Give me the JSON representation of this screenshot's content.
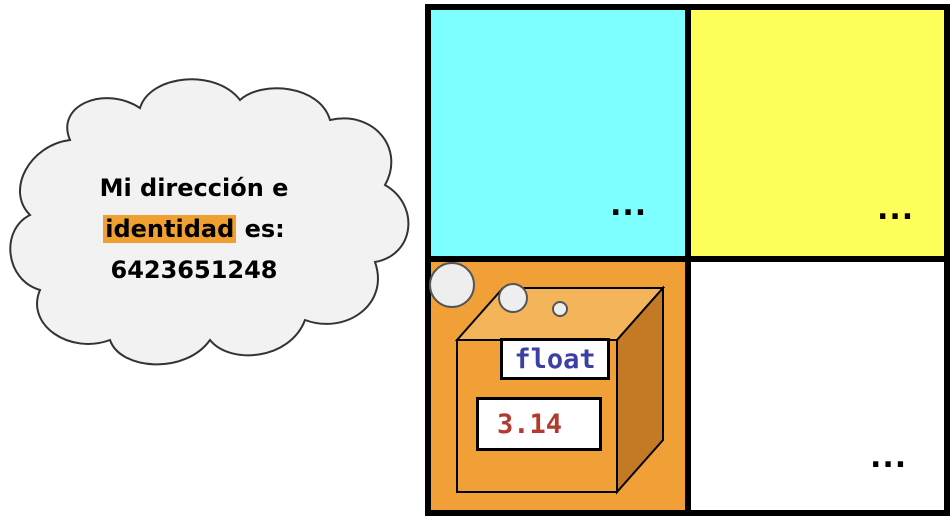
{
  "cloud": {
    "line1": "Mi dirección e",
    "highlight": "identidad",
    "line2_rest": " es:",
    "address": "6423651248"
  },
  "memory_cells": {
    "top_left_ellipsis": "...",
    "top_right_ellipsis": "...",
    "bottom_right_ellipsis": "..."
  },
  "box": {
    "type_label": "float",
    "value_label": "3.14"
  },
  "colors": {
    "cyan_cell": "#7effff",
    "yellow_cell": "#ffff5a",
    "orange_cell": "#f0a036",
    "white_cell": "#ffffff",
    "box_front": "#f0a036",
    "box_top": "#f4b55a",
    "box_side": "#c47a25",
    "type_text": "#3c3fa5",
    "value_text": "#b13b2c",
    "highlight": "#f0a030"
  }
}
